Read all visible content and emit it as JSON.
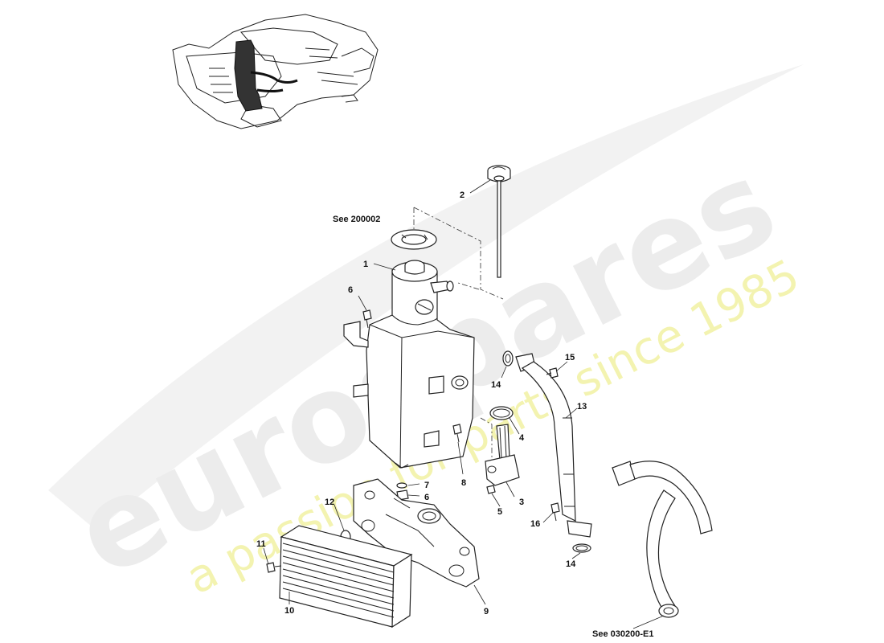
{
  "watermark": {
    "brand": "eurospares",
    "tagline": "a passion for parts since 1985"
  },
  "references": {
    "top": "See 200002",
    "bottom": "See 030200-E1"
  },
  "callouts": [
    {
      "id": "c1",
      "num": "1"
    },
    {
      "id": "c2",
      "num": "2"
    },
    {
      "id": "c3",
      "num": "3"
    },
    {
      "id": "c4",
      "num": "4"
    },
    {
      "id": "c5",
      "num": "5"
    },
    {
      "id": "c6a",
      "num": "6"
    },
    {
      "id": "c6b",
      "num": "6"
    },
    {
      "id": "c7",
      "num": "7"
    },
    {
      "id": "c8",
      "num": "8"
    },
    {
      "id": "c9",
      "num": "9"
    },
    {
      "id": "c10",
      "num": "10"
    },
    {
      "id": "c11",
      "num": "11"
    },
    {
      "id": "c12",
      "num": "12"
    },
    {
      "id": "c13",
      "num": "13"
    },
    {
      "id": "c14a",
      "num": "14"
    },
    {
      "id": "c14b",
      "num": "14"
    },
    {
      "id": "c15",
      "num": "15"
    },
    {
      "id": "c16",
      "num": "16"
    }
  ]
}
